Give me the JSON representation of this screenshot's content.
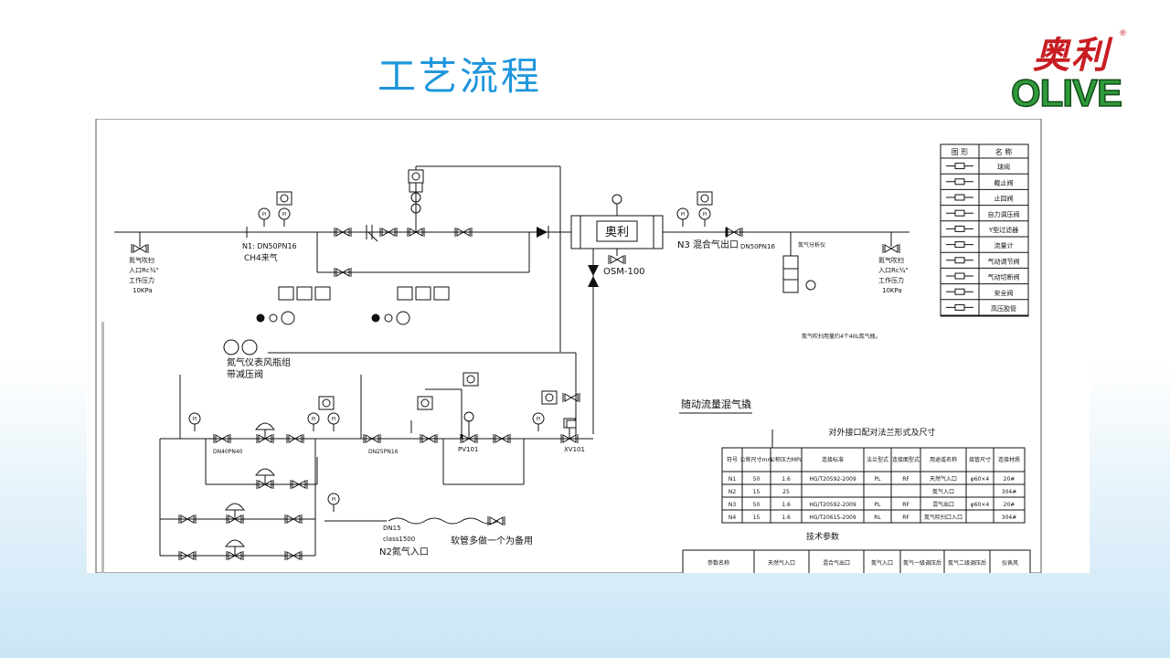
{
  "slide": {
    "title": "工艺流程"
  },
  "logo": {
    "text_cn": "奥利",
    "text_en": "OLIVE",
    "registered": "®"
  },
  "diagram": {
    "inlet_labels": {
      "n1_spec": "N1: DN50PN16",
      "n1_name": "CH4来气",
      "n3": "N3 混合气出口",
      "n3_spec": "DN50PN16",
      "n2_spec_1": "DN15",
      "n2_spec_2": "class1500",
      "n2_name": "N2氮气入口",
      "hose_note": "软管多做一个为备用"
    },
    "purge_left": [
      "氮气吹扫",
      "入口Rc¾\"",
      "工作压力",
      "10KPa"
    ],
    "purge_right": [
      "氮气吹扫",
      "入口Rc¾\"",
      "工作压力",
      "10KPa"
    ],
    "mixer_name": "奥利",
    "mixer_tag": "OSM-100",
    "analyzer_label": "氮气分析仪",
    "bottle_label": [
      "氮气仪表风瓶组",
      "带减压阀"
    ],
    "valve_tags": {
      "pv": "PV101",
      "xv": "XV101",
      "dn40": "DN40PN40",
      "dn25": "DN25PN16"
    },
    "purge_note": "氮气吹扫用量约4个40L氮气瓶。",
    "skid_title": "随动流量混气撬",
    "legend": {
      "header": [
        "图  形",
        "名  称"
      ],
      "items": [
        "球阀",
        "截止阀",
        "止回阀",
        "自力调压阀",
        "Y型过滤器",
        "流量计",
        "气动调节阀",
        "气动切断阀",
        "安全阀",
        "高压胶管"
      ]
    },
    "interface_table": {
      "title": "对外接口配对法兰形式及尺寸",
      "headers": [
        "符号",
        "公称尺寸mm",
        "公称压力MPa",
        "连接标准",
        "法兰型式",
        "连接面型式",
        "用途或名称",
        "接管尺寸",
        "连接材质"
      ],
      "rows": [
        [
          "N1",
          "50",
          "1.6",
          "HG/T20592-2009",
          "PL",
          "RF",
          "天然气入口",
          "φ60×4",
          "20#"
        ],
        [
          "N2",
          "15",
          "25",
          "",
          "",
          "",
          "氮气入口",
          "",
          "304#"
        ],
        [
          "N3",
          "50",
          "1.6",
          "HG/T20592-2009",
          "PL",
          "RF",
          "混气出口",
          "φ60×4",
          "20#"
        ],
        [
          "N4",
          "15",
          "1.6",
          "HG/T20615-2009",
          "RL",
          "RF",
          "氮气吹扫口入口",
          "",
          "304#"
        ]
      ]
    },
    "tech_table": {
      "title": "技术参数",
      "headers": [
        "参数名称",
        "天然气入口",
        "混合气出口",
        "氮气入口",
        "氮气一级调压后",
        "氮气二级调压后",
        "仪表风"
      ]
    }
  }
}
